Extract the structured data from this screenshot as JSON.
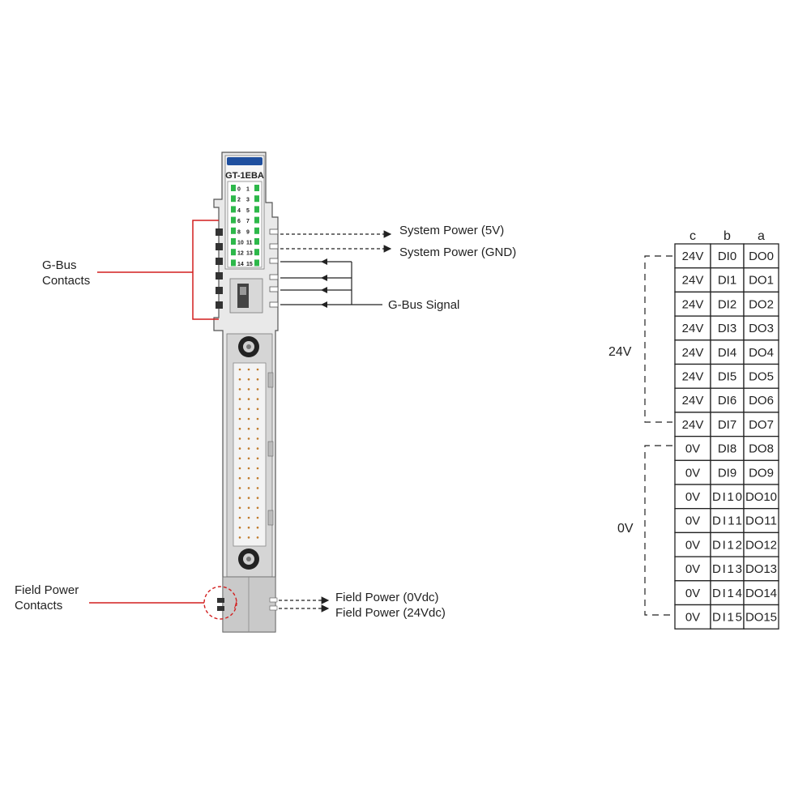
{
  "module": {
    "model": "GT-1EBA",
    "led_labels": [
      [
        "0",
        "1"
      ],
      [
        "2",
        "3"
      ],
      [
        "4",
        "5"
      ],
      [
        "6",
        "7"
      ],
      [
        "8",
        "9"
      ],
      [
        "10",
        "11"
      ],
      [
        "12",
        "13"
      ],
      [
        "14",
        "15"
      ]
    ],
    "led_color": "#2db84a",
    "header_color": "#1f4f9e",
    "body_color": "#e6e6e6"
  },
  "labels": {
    "gbus_contacts": [
      "G-Bus",
      "Contacts"
    ],
    "field_power_contacts": [
      "Field Power",
      "Contacts"
    ],
    "system_power_5v": "System Power (5V)",
    "system_power_gnd": "System Power (GND)",
    "gbus_signal": "G-Bus Signal",
    "field_power_0v": "Field Power (0Vdc)",
    "field_power_24v": "Field Power (24Vdc)"
  },
  "accent_color": "#d21f1f",
  "table": {
    "headers": [
      "c",
      "b",
      "a"
    ],
    "rows": [
      [
        "24V",
        "DI0",
        "DO0"
      ],
      [
        "24V",
        "DI1",
        "DO1"
      ],
      [
        "24V",
        "DI2",
        "DO2"
      ],
      [
        "24V",
        "DI3",
        "DO3"
      ],
      [
        "24V",
        "DI4",
        "DO4"
      ],
      [
        "24V",
        "DI5",
        "DO5"
      ],
      [
        "24V",
        "DI6",
        "DO6"
      ],
      [
        "24V",
        "DI7",
        "DO7"
      ],
      [
        "0V",
        "DI8",
        "DO8"
      ],
      [
        "0V",
        "DI9",
        "DO9"
      ],
      [
        "0V",
        "DI10",
        "DO10"
      ],
      [
        "0V",
        "DI11",
        "DO11"
      ],
      [
        "0V",
        "DI12",
        "DO12"
      ],
      [
        "0V",
        "DI13",
        "DO13"
      ],
      [
        "0V",
        "DI14",
        "DO14"
      ],
      [
        "0V",
        "DI15",
        "DO15"
      ]
    ],
    "group_24v": "24V",
    "group_0v": "0V"
  }
}
